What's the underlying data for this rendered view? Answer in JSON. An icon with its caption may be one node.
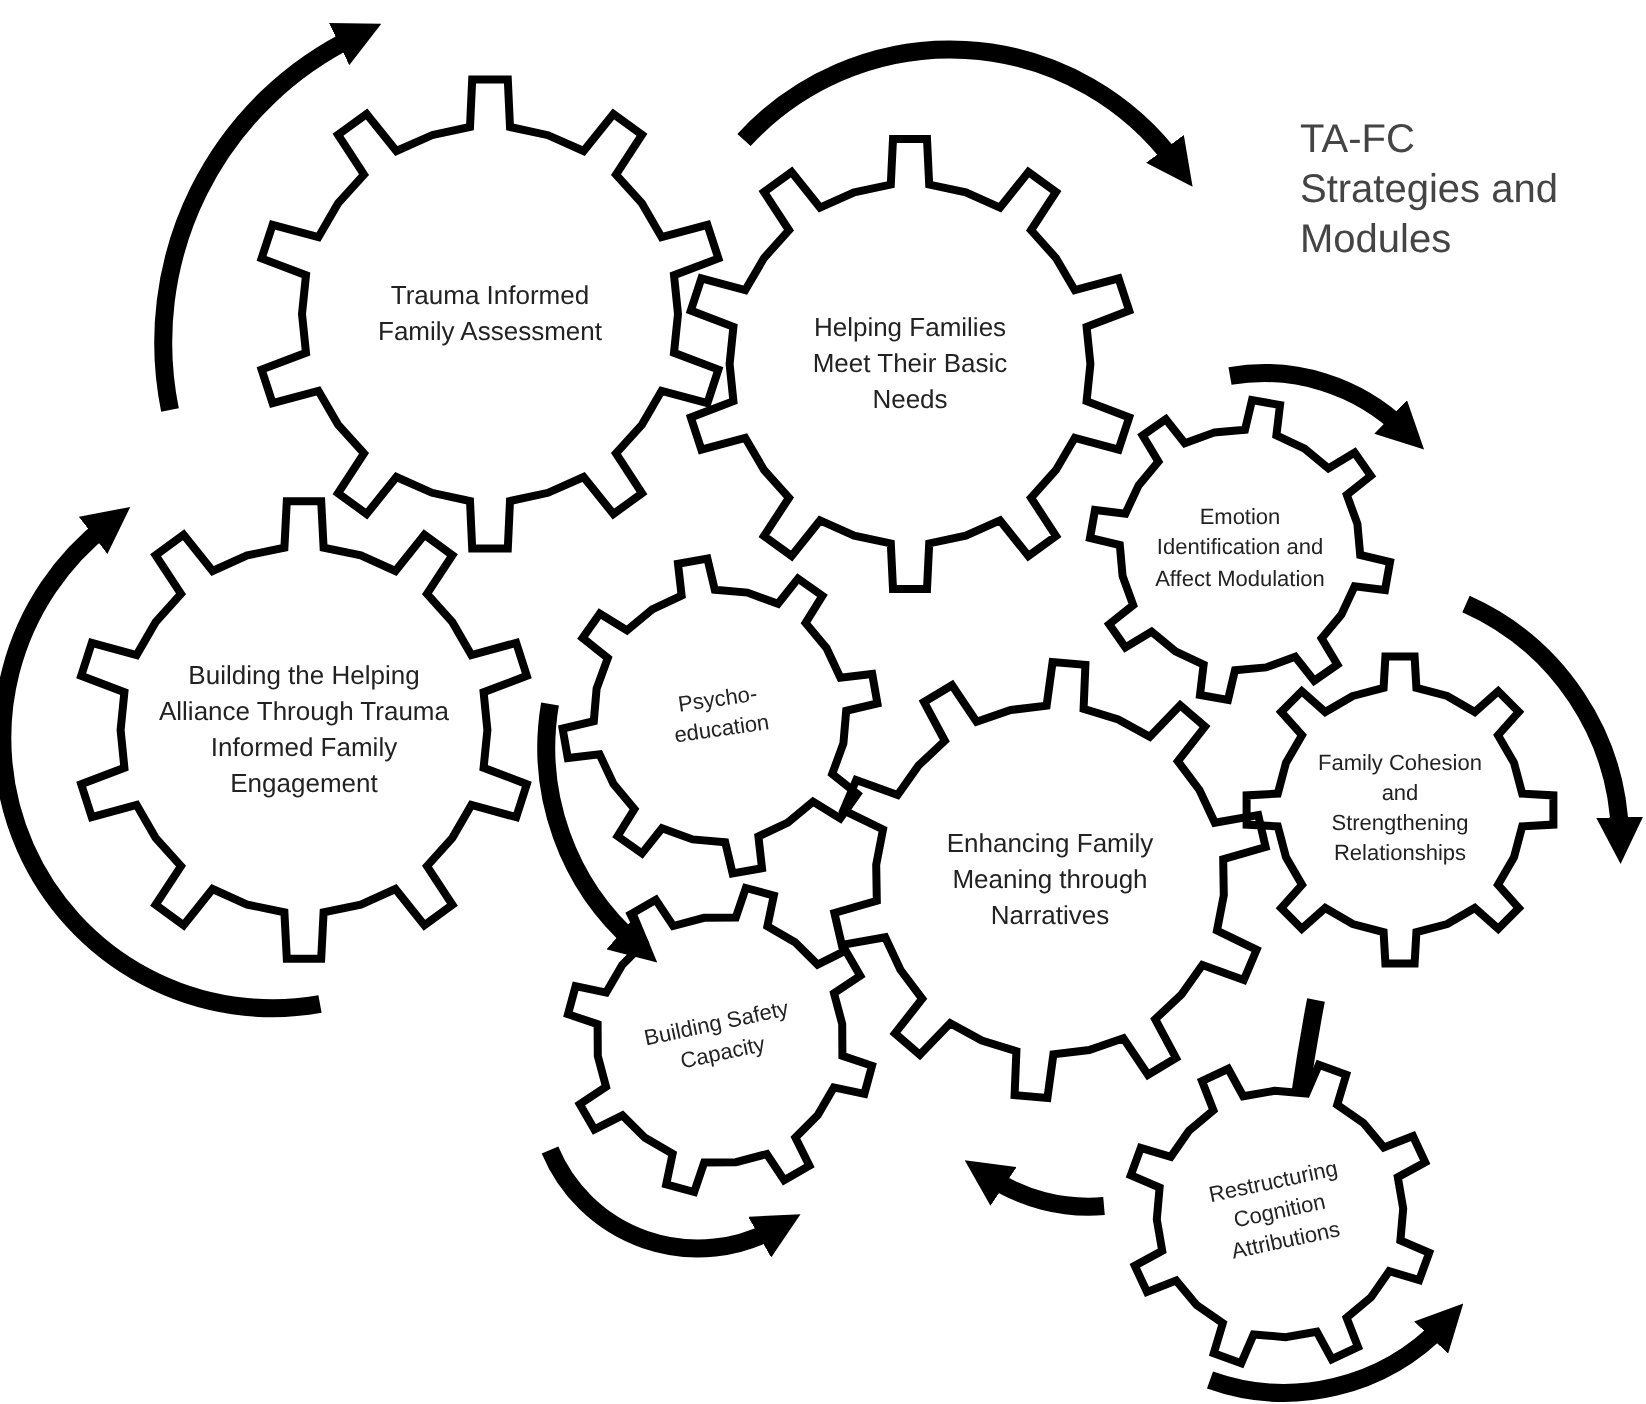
{
  "diagram": {
    "title": "TA-FC Strategies and Modules",
    "nodes": [
      {
        "text": [
          "Trauma Informed Family Assessment"
        ]
      },
      {
        "text": [
          "Helping Families Meet Their Basic Needs"
        ]
      },
      {
        "text": [
          "Emotion Identification and Affect Modulation"
        ]
      },
      {
        "text": [
          "Building the Helping Alliance Through Trauma Informed Family Engagement"
        ]
      },
      {
        "text": [
          "Psycho-education"
        ]
      },
      {
        "text": [
          "Enhancing Family Meaning through Narratives"
        ]
      },
      {
        "text": [
          "Family Cohesion and Strengthening Relationships"
        ]
      },
      {
        "text": [
          "Building Safety Capacity"
        ]
      },
      {
        "text": [
          "Restructuring Cognition Attributions"
        ]
      }
    ]
  }
}
